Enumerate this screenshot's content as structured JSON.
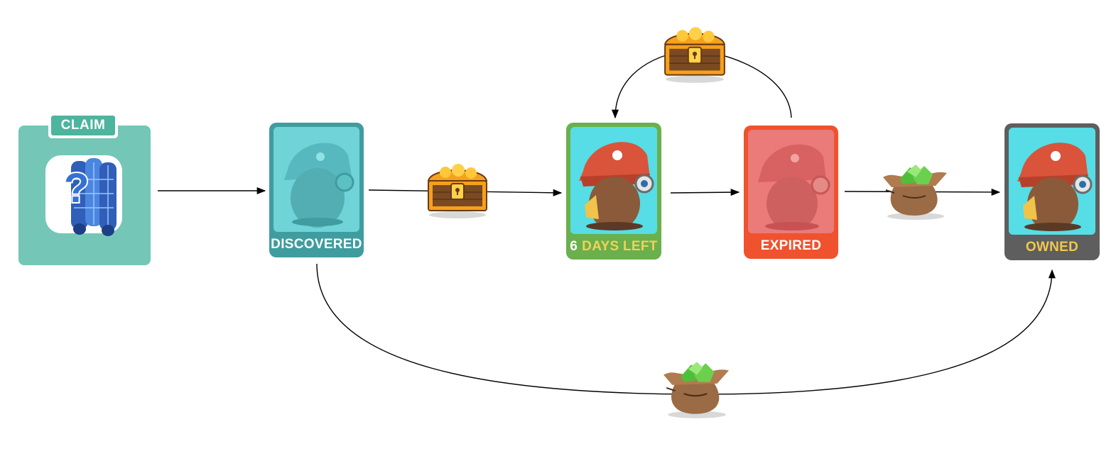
{
  "claim": {
    "tab_label": "CLAIM",
    "icon": "treasure-map-icon"
  },
  "cards": {
    "discovered": {
      "label": "DISCOVERED",
      "icon": "pirate-character-icon"
    },
    "days_left": {
      "number": "6",
      "text": "DAYS LEFT",
      "icon": "pirate-character-icon"
    },
    "expired": {
      "label": "EXPIRED",
      "icon": "pirate-character-icon"
    },
    "owned": {
      "label": "OWNED",
      "icon": "pirate-character-icon"
    }
  },
  "edge_icons": [
    {
      "id": "discovered-to-days",
      "icon": "gold-chest-icon"
    },
    {
      "id": "expired-to-days",
      "icon": "gold-chest-icon"
    },
    {
      "id": "expired-to-owned",
      "icon": "gem-bag-icon"
    },
    {
      "id": "discovered-to-owned",
      "icon": "gem-bag-icon"
    }
  ],
  "colors": {
    "claim_bg": "#74c7b7",
    "claim_tab": "#4db49e",
    "discovered": "#3f9c9f",
    "days_left": "#6ab04c",
    "expired": "#f0522e",
    "owned": "#5e5e5e",
    "gold_text": "#f4d05a"
  }
}
